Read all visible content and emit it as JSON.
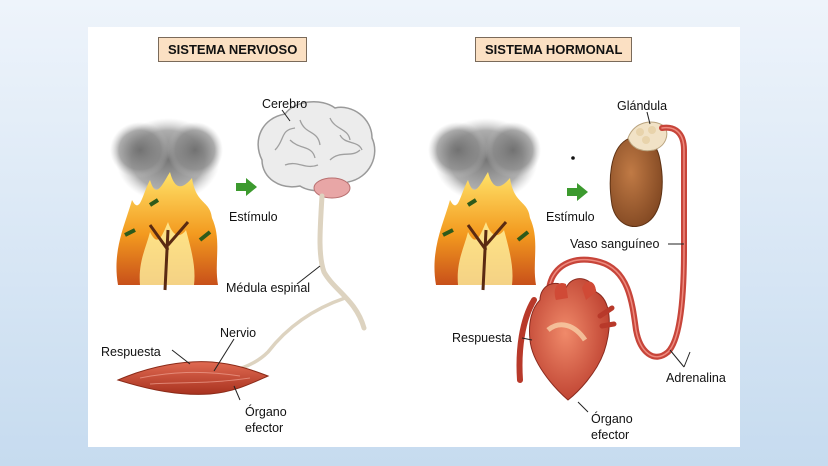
{
  "nervous": {
    "title": "SISTEMA NERVIOSO",
    "labels": {
      "brain": "Cerebro",
      "stimulus": "Estímulo",
      "spinal_cord": "Médula espinal",
      "nerve": "Nervio",
      "response": "Respuesta",
      "effector_line1": "Órgano",
      "effector_line2": "efector"
    }
  },
  "hormonal": {
    "title": "SISTEMA HORMONAL",
    "labels": {
      "gland": "Glándula",
      "stimulus": "Estímulo",
      "blood_vessel": "Vaso sanguíneo",
      "response": "Respuesta",
      "hormone": "Adrenalina",
      "effector_line1": "Órgano",
      "effector_line2": "efector"
    }
  },
  "colors": {
    "title_bg": "#fbe0c3",
    "arrow": "#3c9a2e",
    "vessel": "#c7453a",
    "muscle": "#c84a35",
    "gland": "#9a5a2e",
    "nerve": "#ddd3c0"
  }
}
